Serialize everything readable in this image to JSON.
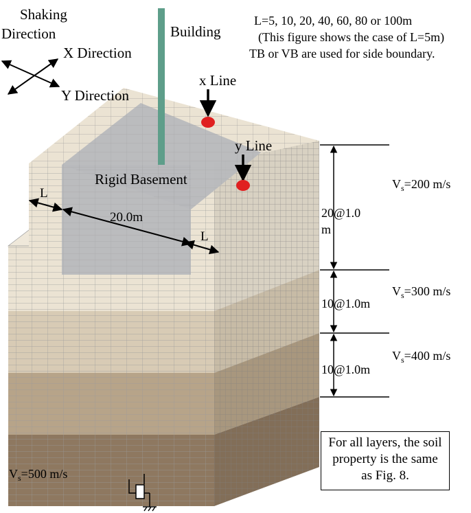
{
  "shaking_direction": {
    "title_line1": "Shaking",
    "title_line2": "Direction",
    "x_label": "X Direction",
    "y_label": "Y Direction"
  },
  "building": {
    "label": "Building",
    "color": "#5e9e8a"
  },
  "case_note": {
    "line1": "L=5, 10, 20, 40, 60, 80 or 100m",
    "line2": "(This figure shows the case of L=5m)",
    "line3": "TB or VB are used for side boundary."
  },
  "observation_lines": {
    "x_line": "x Line",
    "y_line": "y Line",
    "marker_color": "#e02020"
  },
  "basement": {
    "label": "Rigid Basement",
    "width_label": "20.0m",
    "color": "#b8b9bd"
  },
  "margin_labels": {
    "left": "L",
    "right": "L"
  },
  "layers": [
    {
      "vs_prefix": "V",
      "vs_sub": "s",
      "vs_value": "=200 m/s",
      "thickness": "20@1.0",
      "thickness2": "m",
      "color": "#ebe3d3"
    },
    {
      "vs_prefix": "V",
      "vs_sub": "s",
      "vs_value": "=300 m/s",
      "thickness": "10@1.0m",
      "color": "#d8cbb5"
    },
    {
      "vs_prefix": "V",
      "vs_sub": "s",
      "vs_value": "=400 m/s",
      "thickness": "10@1.0m",
      "color": "#b7a489"
    },
    {
      "vs_prefix": "V",
      "vs_sub": "s",
      "vs_value": "=500 m/s",
      "color": "#8e7860"
    }
  ],
  "footnote": "For all layers, the soil property is the same as Fig. 8."
}
